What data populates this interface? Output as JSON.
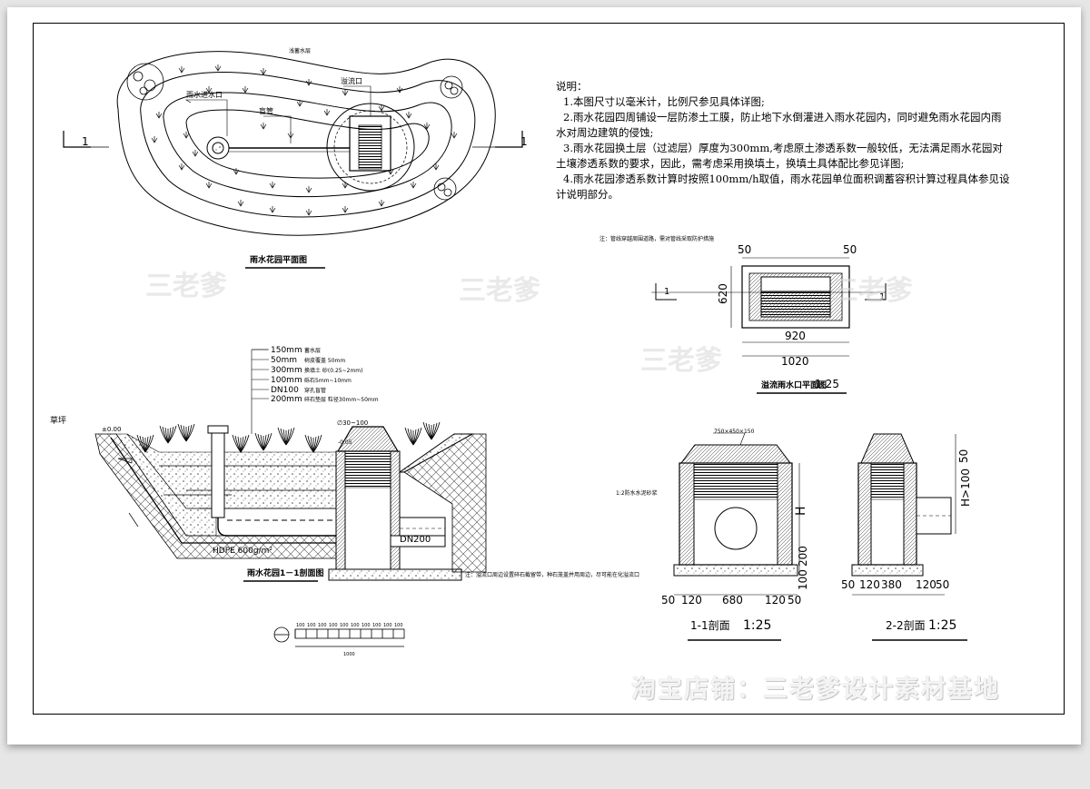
{
  "plan": {
    "title": "雨水花园平面图",
    "label_top": "浅蓄水层",
    "label_overflow": "溢流口",
    "label_pipe": "盲管",
    "label_inlet": "雨水进水口",
    "section_mark": "1"
  },
  "notes": {
    "heading": "说明：",
    "items": [
      "1.本图尺寸以毫米计，比例尺参见具体详图;",
      "2.雨水花园四周铺设一层防渗土工膜，防止地下水倒灌进入雨水花园内，同时避免雨水花园内雨水对周边建筑的侵蚀;",
      "3.雨水花园换土层（过滤层）厚度为300mm,考虑原土渗透系数一般较低，无法满足雨水花园对土壤渗透系数的要求，因此，需考虑采用换填土，换填土具体配比参见详图;",
      "4.雨水花园渗透系数计算时按照100mm/h取值，雨水花园单位面积调蓄容积计算过程具体参见设计说明部分。"
    ]
  },
  "section": {
    "title": "雨水花园1－1剖面图",
    "layers": [
      "150mm",
      "50mm",
      "300mm",
      "100mm",
      "DN100",
      "200mm"
    ],
    "layer_sub": [
      "蓄水层",
      "树皮覆盖 50mm",
      "换填土 砂(0.25~2mm)",
      "砾石5mm~10mm",
      "穿孔盲管",
      "碎石垫层 粒径30mm~50mm"
    ],
    "grass": "草坪",
    "level": "±0.00",
    "overflow_dim": "∅30~100",
    "overflow_level": "-0.05",
    "pipe": "DN200",
    "membrane": "HDPE 600g/m²",
    "note": "注：溢流口周边设置碎石截留带，种石笼盖并用周边，尽可能在化溢流口"
  },
  "scale_bar": {
    "ticks": [
      "100",
      "100",
      "100",
      "100",
      "100",
      "100",
      "100",
      "100",
      "100",
      "100"
    ],
    "total": "1000"
  },
  "overflow_plan": {
    "note": "注：管线穿越周围道路，需对管线采取防护措施",
    "title": "溢流雨水口平面图",
    "scale": "1:25",
    "dim_top_left": "50",
    "dim_top_right": "50",
    "dim_side": "620",
    "dim_inner": "920",
    "dim_outer": "1020",
    "section_mark": "1"
  },
  "section_11": {
    "title": "1-1剖面",
    "scale": "1:25",
    "grate": "750×450×150",
    "wall_note": "1:2防水水泥砂浆",
    "h": "H",
    "dim_200": "200",
    "dim_100": "100",
    "bottom_dims": [
      "50",
      "120",
      "680",
      "120",
      "50"
    ]
  },
  "section_22": {
    "title": "2-2剖面",
    "scale": "1:25",
    "dim_50": "50",
    "dim_h100": "H>100",
    "bottom_dims": [
      "50",
      "120",
      "380",
      "120",
      "50"
    ]
  },
  "watermark": {
    "shop": "淘宝店铺：三老爹设计素材基地",
    "mark": "三老爹"
  }
}
